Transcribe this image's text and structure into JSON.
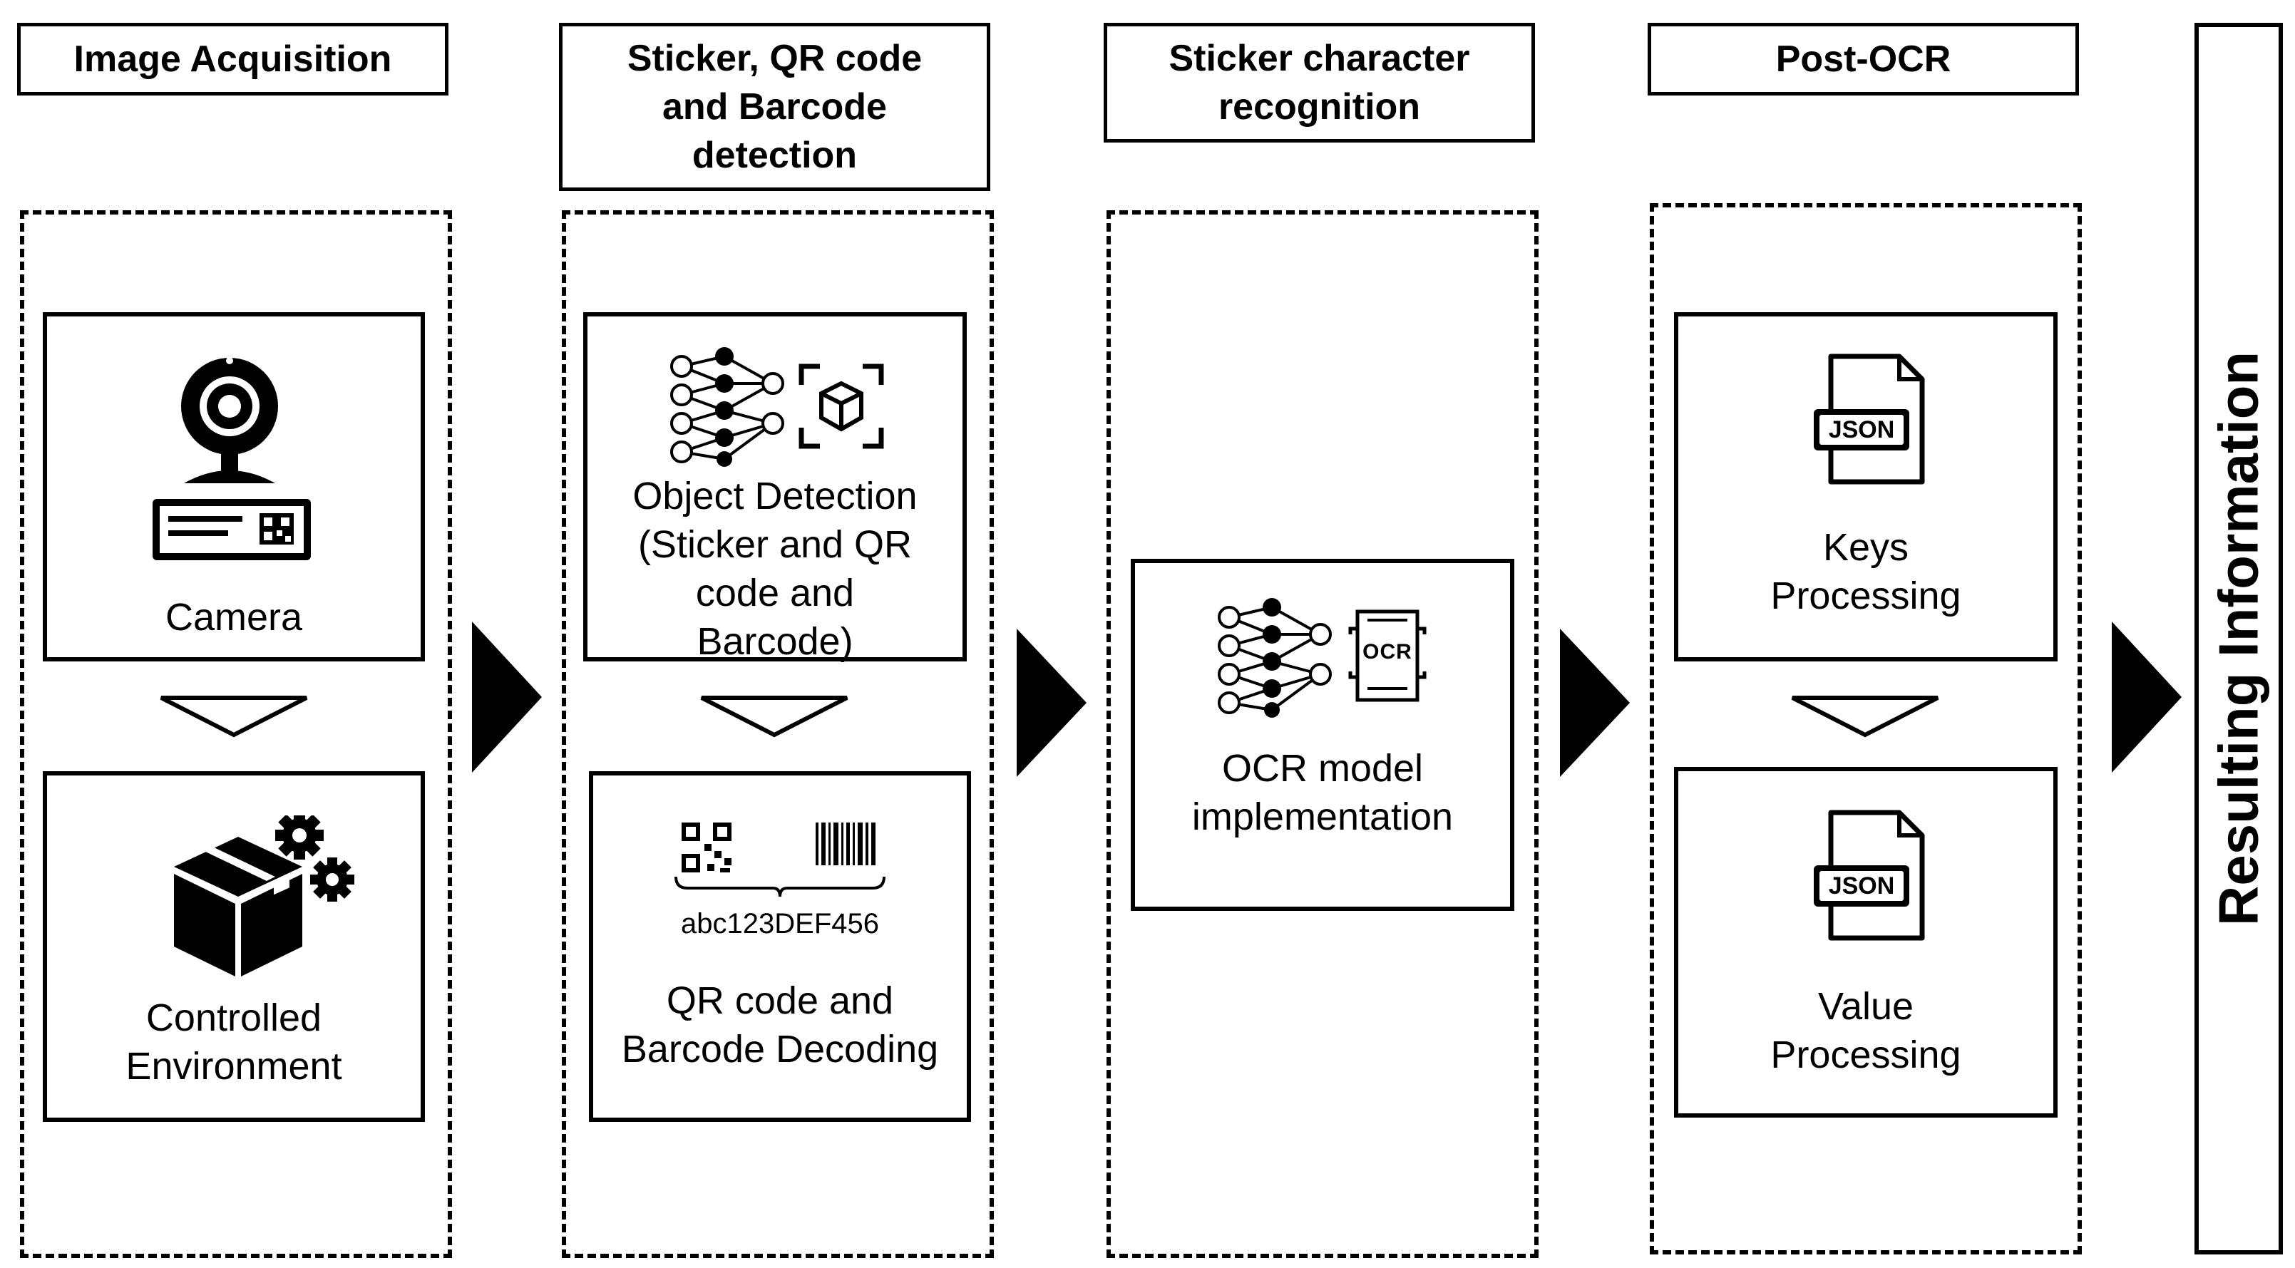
{
  "stages": [
    {
      "title": "Image Acquisition",
      "steps": [
        {
          "label": "Camera",
          "icon": "webcam-icon"
        },
        {
          "label": "Controlled\nEnvironment",
          "icon": "box-gears-icon"
        }
      ]
    },
    {
      "title": "Sticker, QR code\nand Barcode\ndetection",
      "steps": [
        {
          "label": "Object Detection\n(Sticker and QR\ncode and\nBarcode)",
          "icon": "neural-network-object-icon"
        },
        {
          "label": "QR code and\nBarcode Decoding",
          "icon": "qr-barcode-icon",
          "decoded_text": "abc123DEF456"
        }
      ]
    },
    {
      "title": "Sticker character\nrecognition",
      "steps": [
        {
          "label": "OCR model\nimplementation",
          "icon": "neural-network-ocr-icon",
          "icon_text": "OCR"
        }
      ]
    },
    {
      "title": "Post-OCR",
      "steps": [
        {
          "label": "Keys\nProcessing",
          "icon": "json-file-icon",
          "icon_text": "JSON"
        },
        {
          "label": "Value\nProcessing",
          "icon": "json-file-icon",
          "icon_text": "JSON"
        }
      ]
    }
  ],
  "result": {
    "label": "Resulting Information"
  }
}
